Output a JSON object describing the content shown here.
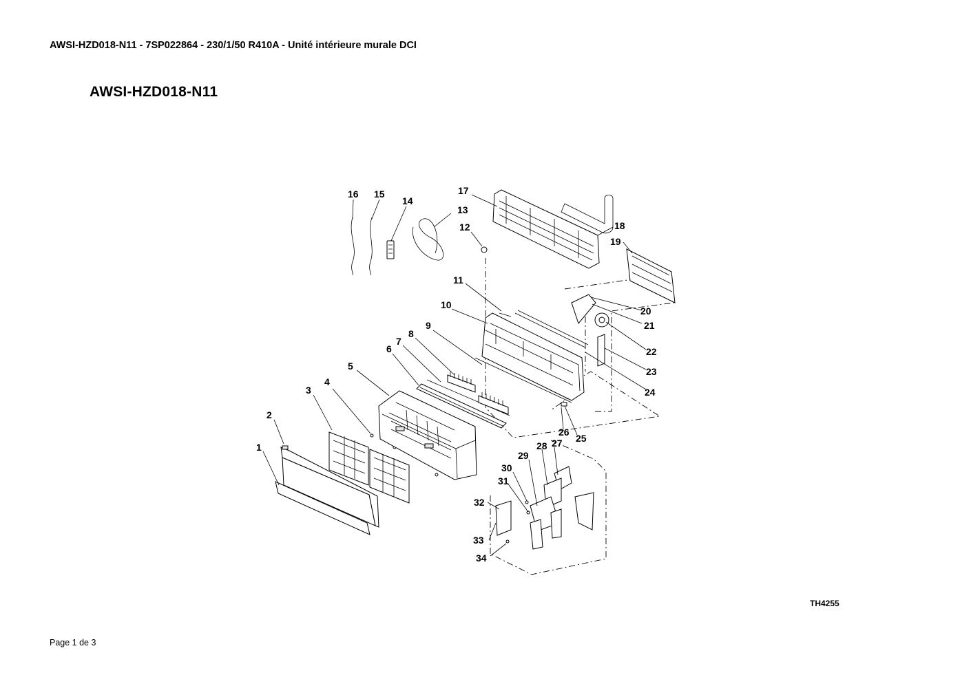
{
  "header": {
    "line": "AWSI-HZD018-N11 - 7SP022864 - 230/1/50 R410A - Unité intérieure murale DCI"
  },
  "model_title": "AWSI-HZD018-N11",
  "drawing_ref": "TH4255",
  "footer": {
    "page": "Page 1 de 3"
  },
  "diagram": {
    "callouts": [
      "1",
      "2",
      "3",
      "4",
      "5",
      "6",
      "7",
      "8",
      "9",
      "10",
      "11",
      "12",
      "13",
      "14",
      "15",
      "16",
      "17",
      "18",
      "19",
      "20",
      "21",
      "22",
      "23",
      "24",
      "25",
      "26",
      "27",
      "28",
      "29",
      "30",
      "31",
      "32",
      "33",
      "34"
    ]
  }
}
